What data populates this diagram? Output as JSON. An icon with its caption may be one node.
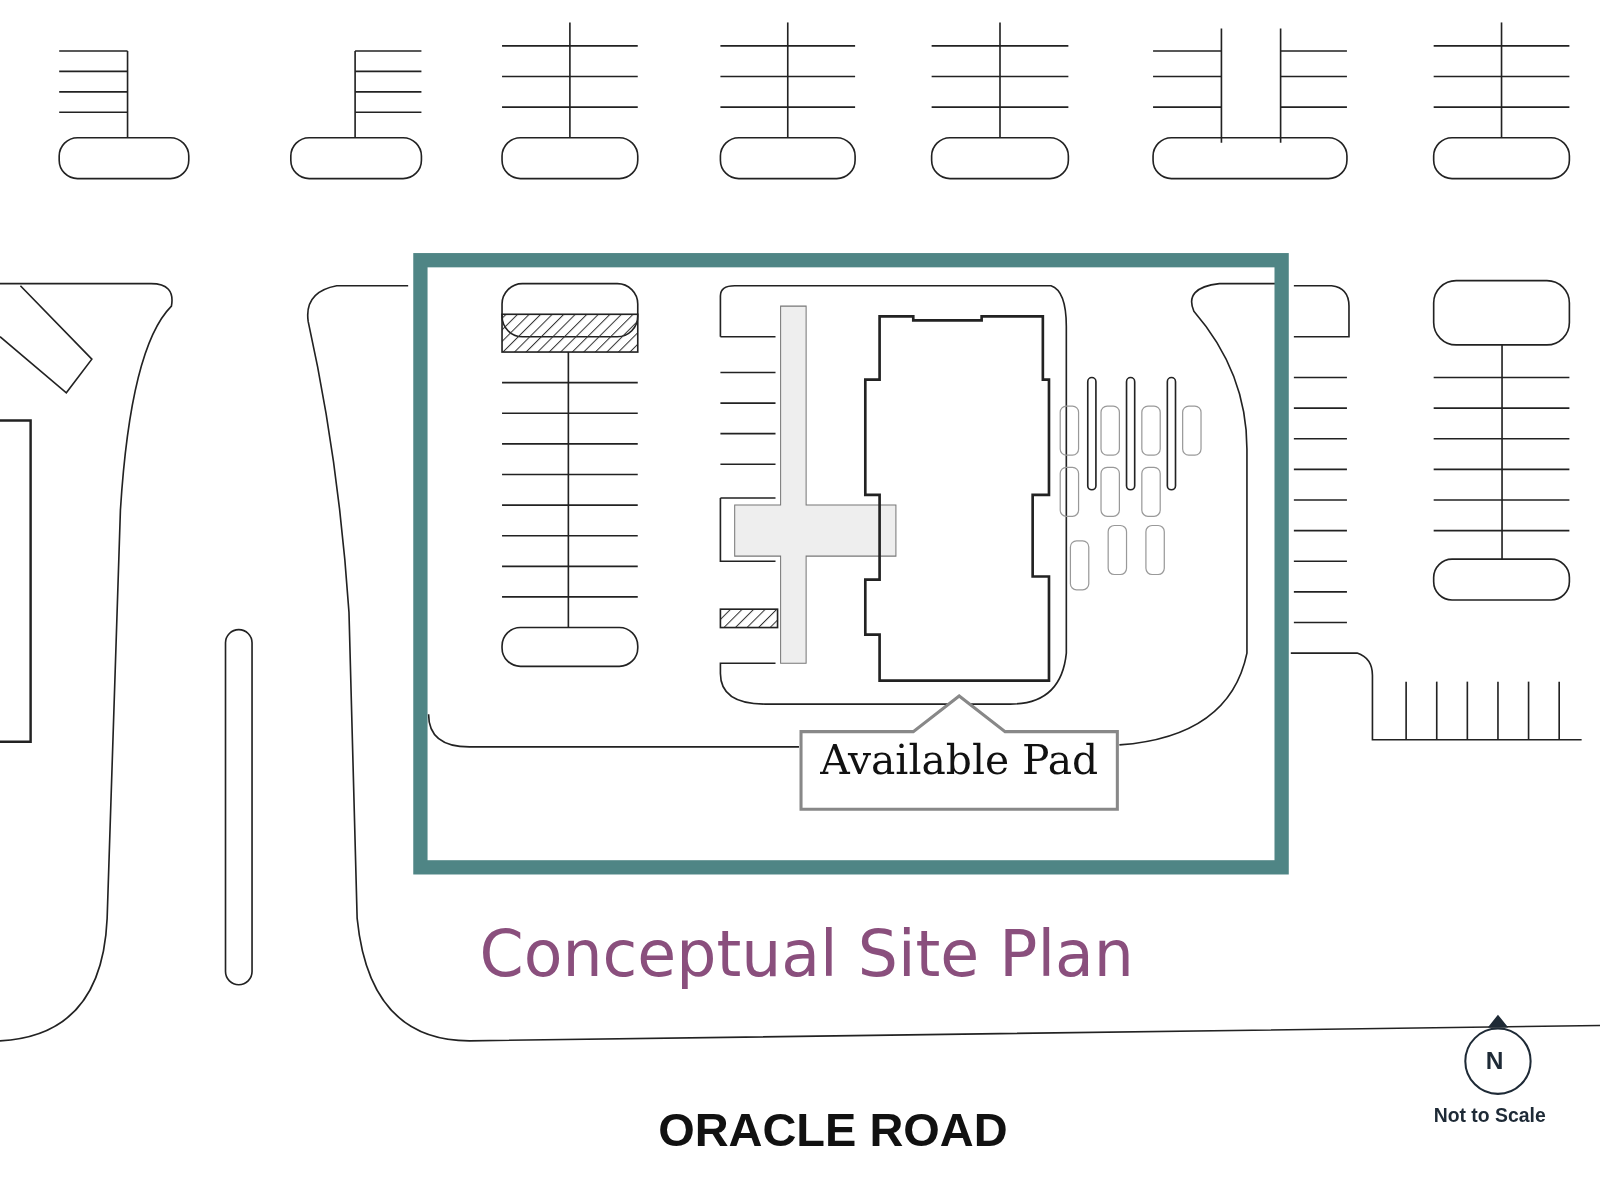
{
  "diagram": {
    "title": "Conceptual Site Plan",
    "nodes": [
      {
        "text": [],
        "shape": "box"
      },
      {
        "text": [
          "Available Pad"
        ],
        "in": 0
      }
    ],
    "labels": [
      "ORACLE ROAD",
      "N",
      "Not to Scale"
    ]
  }
}
